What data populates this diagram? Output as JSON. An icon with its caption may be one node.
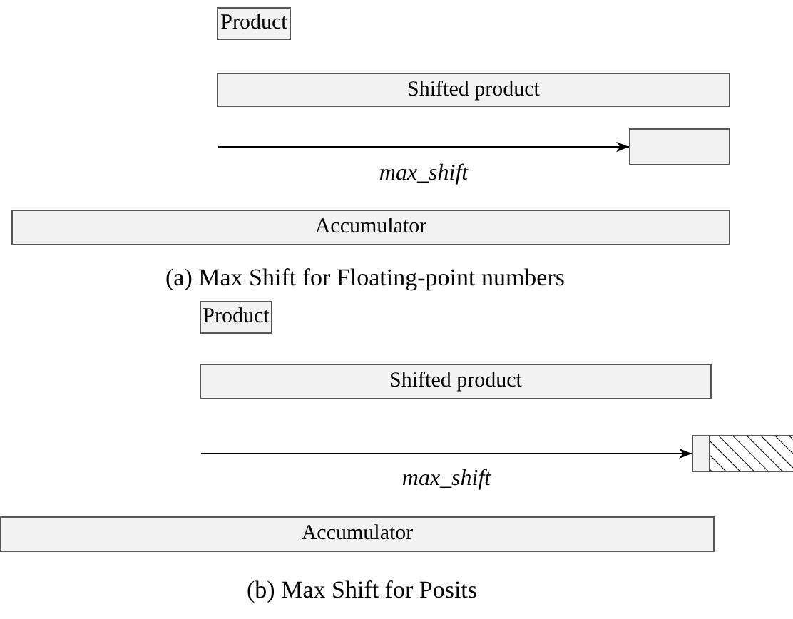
{
  "diagram": {
    "nodes": [
      {
        "text": [
          "Product"
        ]
      },
      {
        "text": [
          "Shifted product"
        ]
      },
      {
        "text": [],
        "shape": "box"
      },
      {
        "text": [
          "Accumulator"
        ]
      },
      {
        "text": [
          "Product"
        ]
      },
      {
        "text": [
          "Shifted product"
        ]
      },
      {
        "text": [],
        "shape": "box"
      },
      {
        "text": [],
        "shape": "box"
      },
      {
        "text": [
          "Accumulator"
        ]
      }
    ],
    "edges": [
      {
        "from": null,
        "to": 2,
        "arrow": "to",
        "label": "max_shift"
      },
      {
        "from": null,
        "to": 6,
        "arrow": "to",
        "label": "max_shift"
      }
    ],
    "labels": [
      "(a) Max Shift for Floating-point numbers",
      "(b) Max Shift for Posits"
    ]
  }
}
